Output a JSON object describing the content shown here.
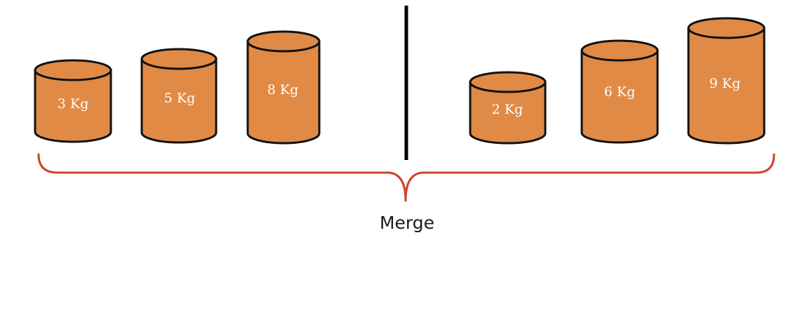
{
  "colors": {
    "weight_fill": "#E18A45",
    "weight_outline": "#111111",
    "brace": "#D0402C",
    "divider": "#000000"
  },
  "left_group": {
    "weights": [
      {
        "label": "3 Kg"
      },
      {
        "label": "5 Kg"
      },
      {
        "label": "8 Kg"
      }
    ]
  },
  "right_group": {
    "weights": [
      {
        "label": "2 Kg"
      },
      {
        "label": "6 Kg"
      },
      {
        "label": "9 Kg"
      }
    ]
  },
  "merge_label": "Merge"
}
